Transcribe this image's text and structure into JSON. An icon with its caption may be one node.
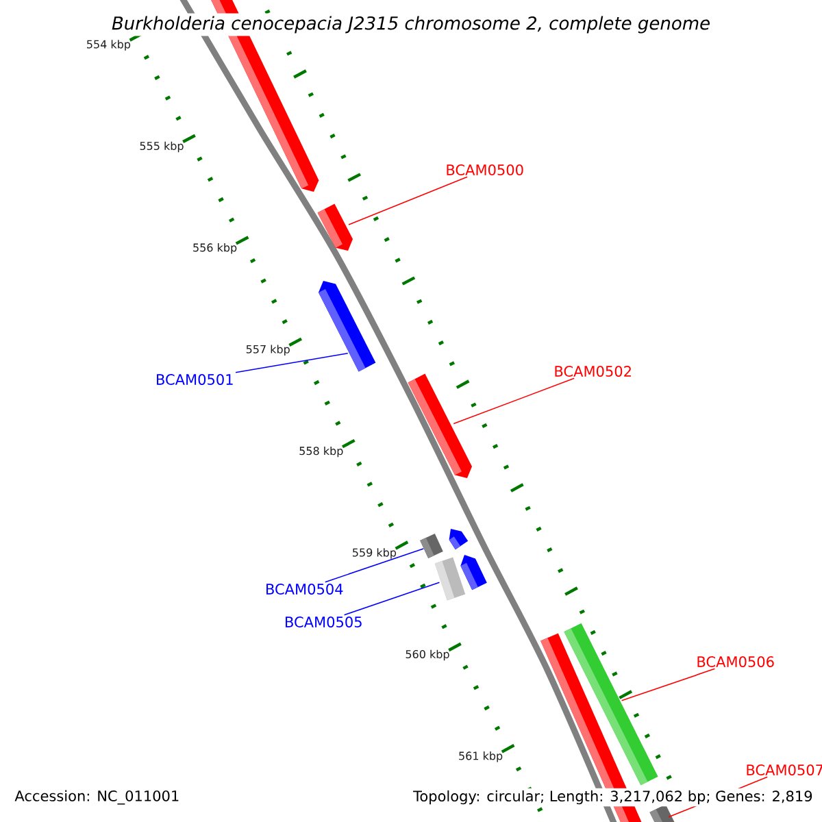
{
  "diagram": {
    "title": "Burkholderia cenocepacia J2315 chromosome 2, complete genome",
    "nodes": [
      {
        "text": [],
        "shape": "bar"
      },
      {
        "text": [],
        "shape": "bar"
      },
      {
        "text": [],
        "shape": "bar"
      },
      {
        "text": [],
        "shape": "bar"
      },
      {
        "text": [],
        "shape": "bar"
      },
      {
        "text": [],
        "shape": "bar"
      },
      {
        "text": [],
        "shape": "bar"
      },
      {
        "text": [],
        "shape": "bar"
      },
      {
        "text": [],
        "shape": "bar"
      },
      {
        "text": [],
        "shape": "bar"
      },
      {
        "text": [],
        "shape": "bar"
      },
      {
        "text": [
          "BCAM0500"
        ]
      },
      {
        "text": [
          "BCAM0501"
        ]
      },
      {
        "text": [
          "BCAM0502"
        ]
      },
      {
        "text": [
          "BCAM0504"
        ]
      },
      {
        "text": [
          "BCAM0505"
        ]
      },
      {
        "text": [
          "BCAM0506"
        ]
      },
      {
        "text": [
          "BCAM0507"
        ]
      }
    ],
    "edges": [
      {
        "from": 11,
        "to": 1,
        "arrow": "none"
      },
      {
        "from": 12,
        "to": 2,
        "arrow": "none",
        "color": "#0000ff"
      },
      {
        "from": 13,
        "to": 3,
        "arrow": "none"
      },
      {
        "from": 14,
        "to": 5,
        "arrow": "none",
        "color": "#0000ff"
      },
      {
        "from": 15,
        "to": 6,
        "arrow": "none",
        "color": "#0000ff"
      },
      {
        "from": 16,
        "to": 8,
        "arrow": "none"
      },
      {
        "from": 17,
        "to": 10,
        "arrow": "none"
      }
    ],
    "labels": [
      "554 kbp",
      "555 kbp",
      "556 kbp",
      "557 kbp",
      "558 kbp",
      "559 kbp",
      "560 kbp",
      "561 kbp",
      "Accession: NC_011001",
      "Topology: circular; Length: 3,217,062 bp; Genes: 2,819"
    ]
  }
}
